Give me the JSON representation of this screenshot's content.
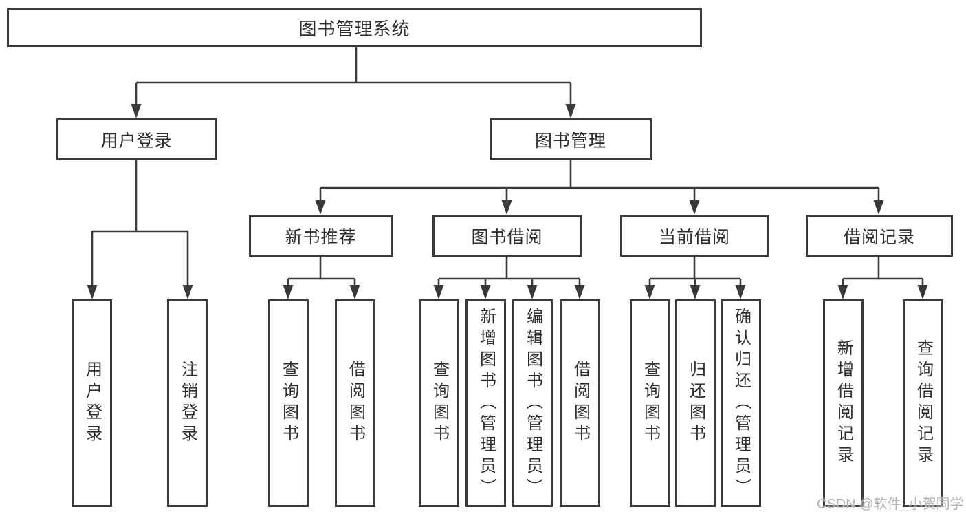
{
  "colors": {
    "background": "#ffffff",
    "line": "#3a3a3a",
    "box_border": "#3a3a3a",
    "text": "#2e2e2e",
    "watermark": "#b5b5b5"
  },
  "watermark": {
    "text": "CSDN @软件_小贺同学"
  },
  "tree": {
    "root": {
      "label": "图书管理系统"
    },
    "branches": [
      {
        "label": "用户登录",
        "children": [
          {
            "label": "用户登录"
          },
          {
            "label": "注销登录"
          }
        ]
      },
      {
        "label": "图书管理",
        "children": [
          {
            "label": "新书推荐",
            "children": [
              {
                "label": "查询图书"
              },
              {
                "label": "借阅图书"
              }
            ]
          },
          {
            "label": "图书借阅",
            "children": [
              {
                "label": "查询图书"
              },
              {
                "label": "新增图书（管理员）"
              },
              {
                "label": "编辑图书（管理员）"
              },
              {
                "label": "借阅图书"
              }
            ]
          },
          {
            "label": "当前借阅",
            "children": [
              {
                "label": "查询图书"
              },
              {
                "label": "归还图书"
              },
              {
                "label": "确认归还（管理员）"
              }
            ]
          },
          {
            "label": "借阅记录",
            "children": [
              {
                "label": "新增借阅记录"
              },
              {
                "label": "查询借阅记录"
              }
            ]
          }
        ]
      }
    ]
  }
}
